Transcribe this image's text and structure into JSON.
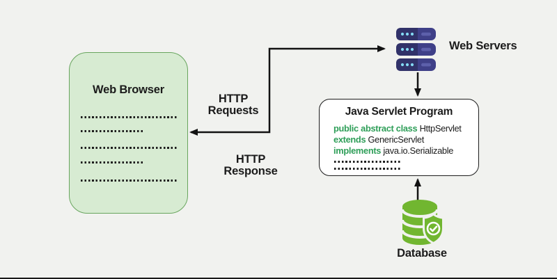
{
  "canvas": {
    "background": "#f1f2ef",
    "bottom_border_color": "#191919"
  },
  "browser": {
    "title": "Web Browser",
    "fill_color": "#d7ebd2",
    "border_color": "#68a55e",
    "dotted_rows": [
      "long",
      "short",
      "long",
      "short",
      "long"
    ]
  },
  "labels": {
    "http_requests": "HTTP\nRequests",
    "http_response": "HTTP\nResponse"
  },
  "servers": {
    "label": "Web Servers",
    "icon": "server-stack-icon",
    "colors": {
      "body_left": "#313269",
      "body_right": "#3f4088",
      "bar": "#5d60ab",
      "dots": "#83d9f2"
    }
  },
  "servlet": {
    "title": "Java Servlet Program",
    "keyword_color": "#2e9e58",
    "code_lines": [
      {
        "keyword": "public abstract class",
        "rest": " HttpServlet"
      },
      {
        "keyword": "extends",
        "rest": " GenericServlet"
      },
      {
        "keyword": "implements",
        "rest": " java.io.Serializable"
      }
    ],
    "dotted_rows": 2
  },
  "database": {
    "label": "Database",
    "icon": "database-shield-icon",
    "color": "#71b630"
  },
  "arrows": {
    "browser_servers": "bidirectional-elbow",
    "servers_to_servlet": "down",
    "database_to_servlet": "up",
    "color": "#121212"
  }
}
